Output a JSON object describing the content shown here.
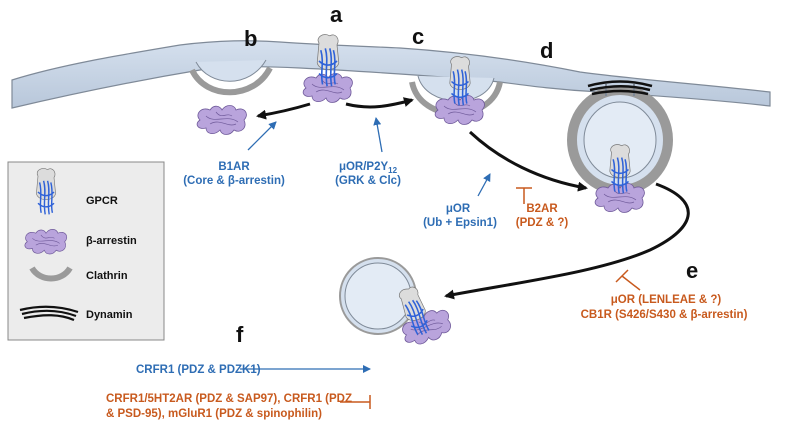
{
  "panels": {
    "a": "a",
    "b": "b",
    "c": "c",
    "d": "d",
    "e": "e",
    "f": "f"
  },
  "labels": {
    "b1ar": "B1AR",
    "b1ar_sub": "(Core & β-arrestin)",
    "muor_p2y": "μOR/P2Y",
    "muor_p2y_sub_num": "12",
    "muor_p2y_sub": "(GRK & Clc)",
    "muor_c": "μOR",
    "muor_c_sub": "(Ub + Epsin1)",
    "b2ar": "B2AR",
    "b2ar_sub": "(PDZ & ?)",
    "muor_e": "μOR (LENLEAE & ?)",
    "cb1r_e": "CB1R (S426/S430 & β-arrestin)",
    "crfr1_f": "CRFR1 (PDZ & PDZK1)",
    "crfr1_f2_line1": "CRFR1/5HT2AR (PDZ & SAP97), CRFR1 (PDZ",
    "crfr1_f2_line2": "& PSD-95), mGluR1 (PDZ & spinophilin)"
  },
  "legend": {
    "gpcr": "GPCR",
    "arrestin": "β-arrestin",
    "clathrin": "Clathrin",
    "dynamin": "Dynamin"
  },
  "colors": {
    "membrane": "#c9d6e6",
    "membrane_edge": "#7f8a98",
    "clathrin": "#9a9a9a",
    "arrestin": "#b9a4dc",
    "gpcr_helix": "#2f62d8",
    "blue_text": "#2e6db4",
    "orange_text": "#c85a1e",
    "legend_bg": "#ececec"
  }
}
